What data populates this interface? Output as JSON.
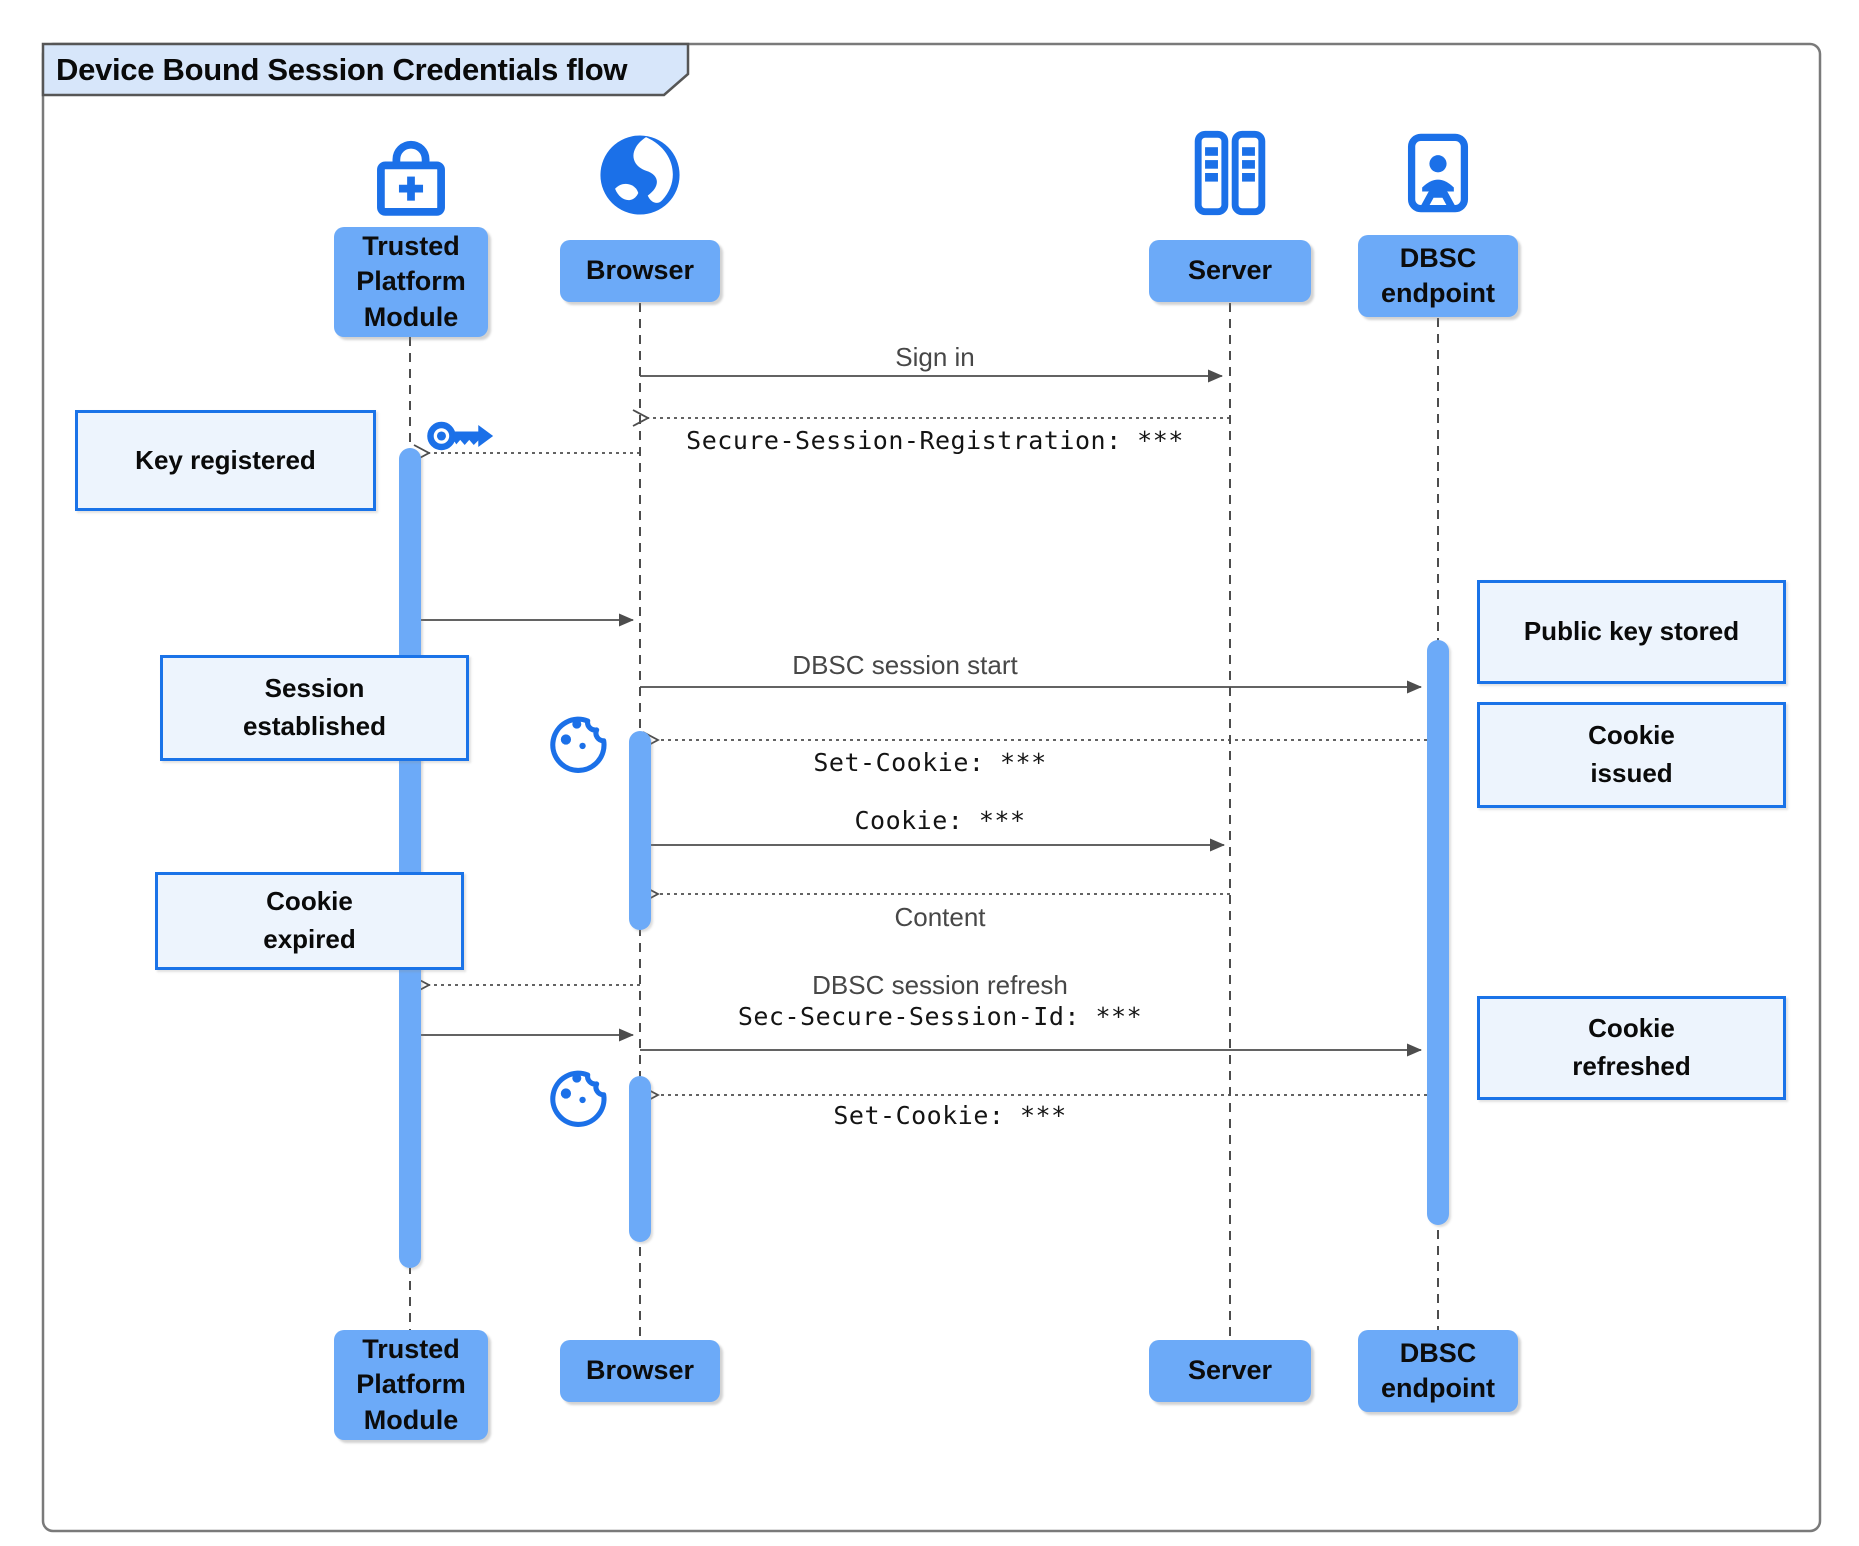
{
  "title": "Device Bound Session Credentials flow",
  "participants": [
    {
      "label": "Trusted Platform Module",
      "icon": "lock-plus-icon"
    },
    {
      "label": "Browser",
      "icon": "globe-icon"
    },
    {
      "label": "Server",
      "icon": "server-rack-icon"
    },
    {
      "label": "DBSC endpoint",
      "icon": "id-door-icon"
    }
  ],
  "flow": [
    {
      "label": "Sign in",
      "from": "Browser",
      "to": "Server",
      "line": "solid"
    },
    {
      "label": "Secure-Session-Registration: ***",
      "from": "Server",
      "to": "Browser",
      "line": "dashed",
      "font": "mono"
    },
    {
      "label": "DBSC session start",
      "from": "Browser",
      "to": "DBSC endpoint",
      "line": "solid"
    },
    {
      "label": "Set-Cookie: ***",
      "from": "DBSC endpoint",
      "to": "Browser",
      "line": "dashed",
      "font": "mono"
    },
    {
      "label": "Cookie: ***",
      "from": "Browser",
      "to": "Server",
      "line": "solid",
      "font": "mono"
    },
    {
      "label": "Content",
      "from": "Server",
      "to": "Browser",
      "line": "dashed"
    },
    {
      "label": "DBSC session refresh",
      "header": "Sec-Secure-Session-Id: ***",
      "from": "Browser",
      "to": "DBSC endpoint",
      "line": "solid"
    },
    {
      "label": "Set-Cookie: ***",
      "from": "DBSC endpoint",
      "to": "Browser",
      "line": "dashed",
      "font": "mono"
    }
  ],
  "notes": [
    {
      "text": "Key registered",
      "side": "left"
    },
    {
      "text": "Session\nestablished",
      "side": "left"
    },
    {
      "text": "Cookie\nexpired",
      "side": "left"
    },
    {
      "text": "Public key stored",
      "side": "right"
    },
    {
      "text": "Cookie\nissued",
      "side": "right"
    },
    {
      "text": "Cookie\nrefreshed",
      "side": "right"
    }
  ],
  "colors": {
    "accent-blue": "#1b70e8",
    "box-blue": "#6caaf8",
    "note-bg": "#edf4fd",
    "note-border": "#1a73e8",
    "title-bg": "#d7e6fa",
    "line-gray": "#4d4d4d",
    "label-gray": "#474747"
  }
}
